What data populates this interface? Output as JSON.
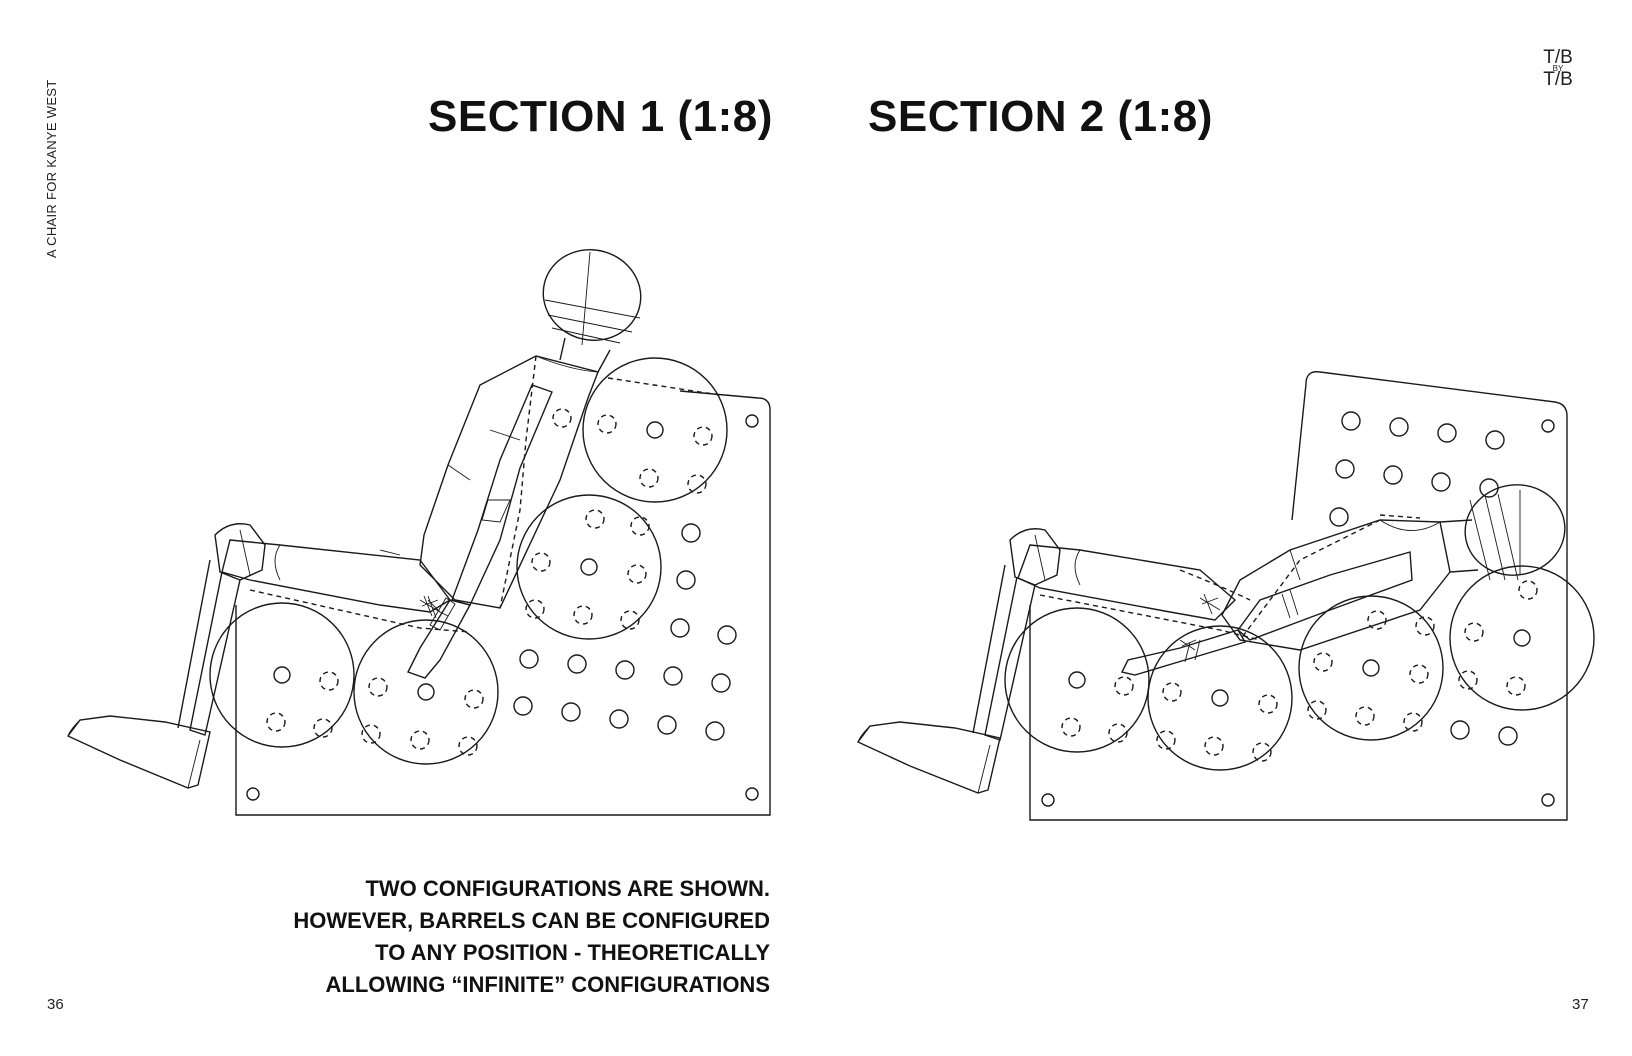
{
  "side_label": "A CHAIR FOR KANYE WEST",
  "logo": {
    "top": "T/B",
    "middle": "BY",
    "bottom": "T/B"
  },
  "sections": [
    {
      "title": "SECTION 1 (1:8)"
    },
    {
      "title": "SECTION 2 (1:8)"
    }
  ],
  "caption": [
    "TWO CONFIGURATIONS ARE SHOWN.",
    "HOWEVER, BARRELS CAN BE CONFIGURED",
    "TO ANY POSITION - THEORETICALLY",
    "ALLOWING “INFINITE” CONFIGURATIONS"
  ],
  "page_numbers": {
    "left": "36",
    "right": "37"
  }
}
